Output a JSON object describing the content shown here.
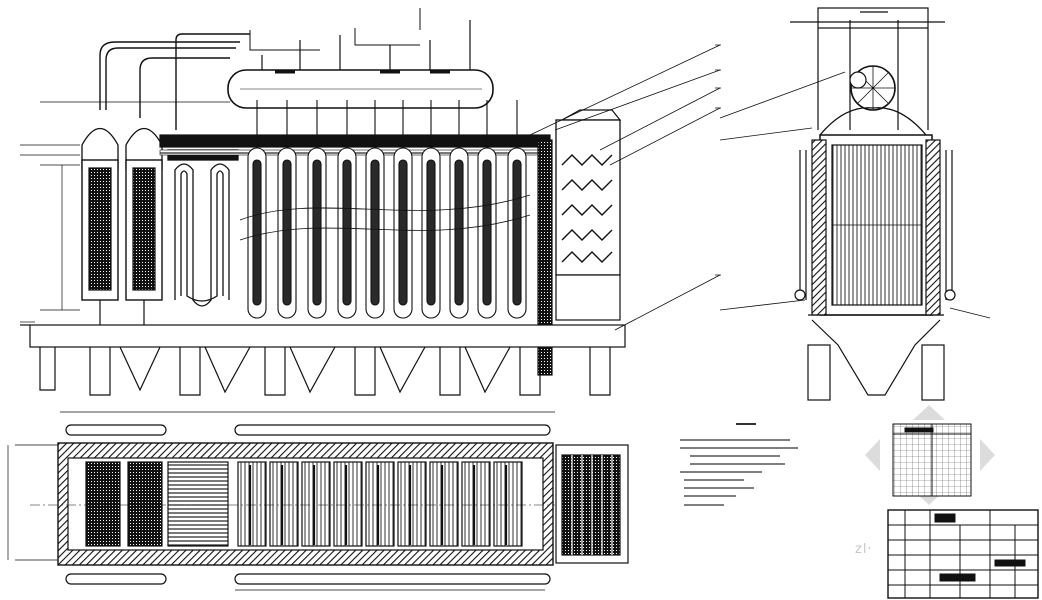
{
  "drawing": {
    "subject": "",
    "views": {
      "elevation": "front-elevation",
      "side": "side-section",
      "plan": "plan-view",
      "notes": "technical-notes",
      "title_block": "title-block",
      "legend": "legend-table"
    },
    "colors": {
      "ink": "#111111",
      "hatch": "#2a2a2a",
      "light_gray": "#d9d9d9",
      "watermark": "#c8c8c8"
    },
    "counts": {
      "evaporator_tube_bundles": 10,
      "superheater_columns": 2,
      "callout_leaders_elevation": 5
    },
    "watermark": {
      "icon": "compass-arrows-icon",
      "text": "zl·"
    }
  }
}
